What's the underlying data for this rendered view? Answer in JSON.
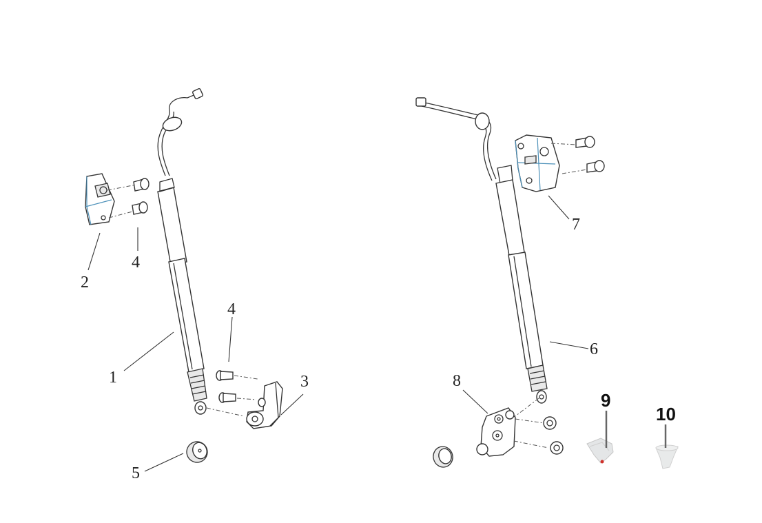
{
  "callouts": {
    "c1": "1",
    "c2": "2",
    "c3": "3",
    "c4a": "4",
    "c4b": "4",
    "c5": "5",
    "c6": "6",
    "c7": "7",
    "c8": "8",
    "c9": "9",
    "c10": "10"
  },
  "colors": {
    "outline": "#333333",
    "bracket_edge": "#4a8fb8",
    "clip_marker": "#d0302a"
  }
}
